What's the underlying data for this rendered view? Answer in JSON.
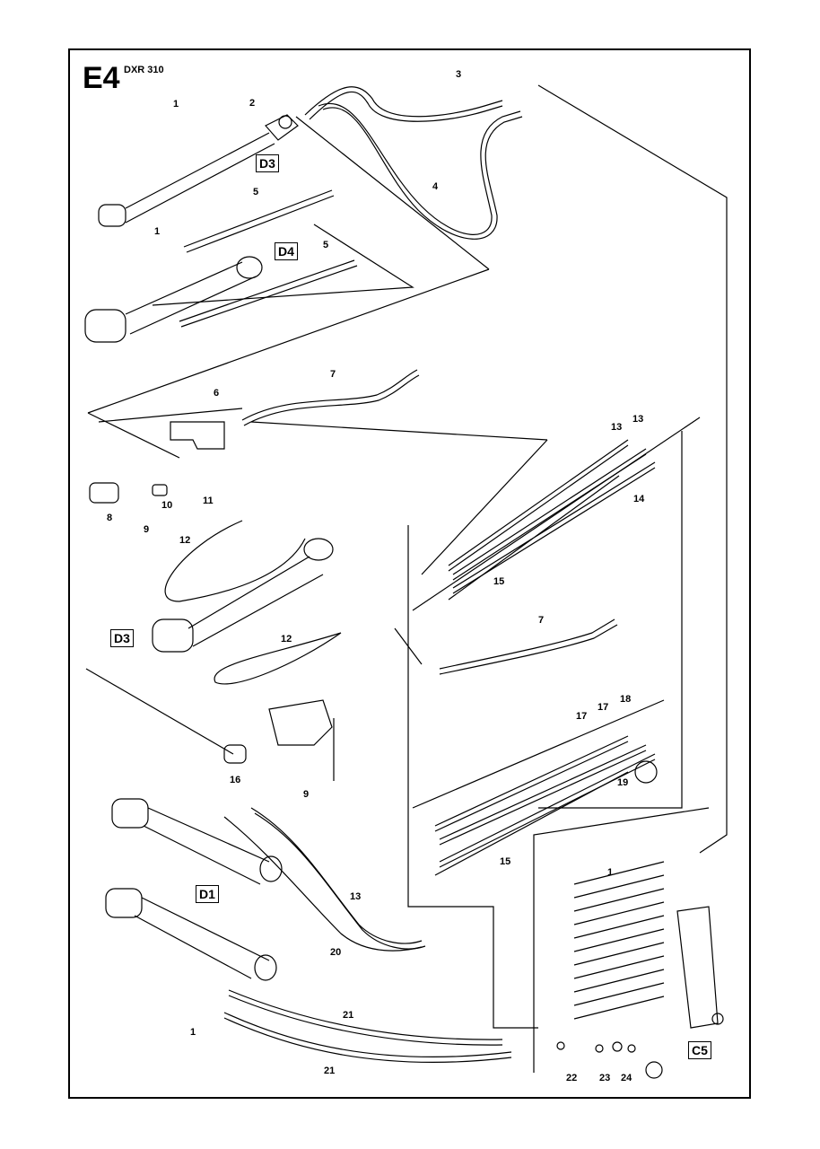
{
  "page": {
    "code": "E4",
    "model": "DXR 310"
  },
  "refs": {
    "d3_top": "D3",
    "d4": "D4",
    "d3_mid": "D3",
    "d1": "D1",
    "c5": "C5"
  },
  "parts": {
    "p1_a": "1",
    "p2": "2",
    "p3": "3",
    "p4": "4",
    "p5_a": "5",
    "p1_b": "1",
    "p5_b": "5",
    "p6": "6",
    "p7_a": "7",
    "p8": "8",
    "p9_a": "9",
    "p10": "10",
    "p11": "11",
    "p12_a": "12",
    "p12_b": "12",
    "p13_a": "13",
    "p13_b": "13",
    "p14": "14",
    "p15_a": "15",
    "p7_b": "7",
    "p16": "16",
    "p9_b": "9",
    "p17_a": "17",
    "p17_b": "17",
    "p18": "18",
    "p19": "19",
    "p15_b": "15",
    "p13_c": "13",
    "p20": "20",
    "p1_c": "1",
    "p21_a": "21",
    "p21_b": "21",
    "p1_d": "1",
    "p22": "22",
    "p23": "23",
    "p24": "24"
  }
}
